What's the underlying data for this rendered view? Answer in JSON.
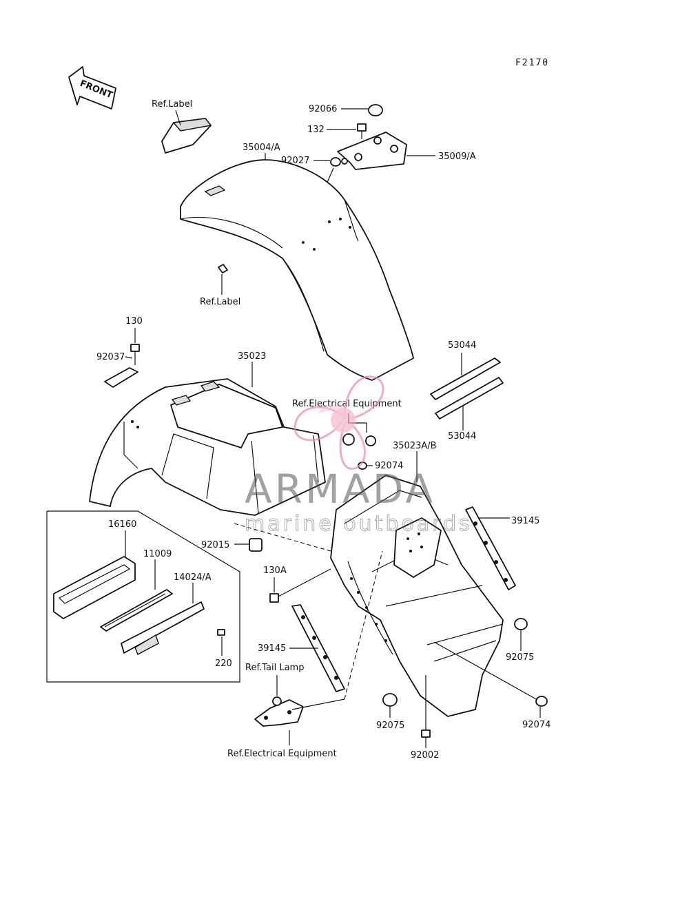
{
  "figure_id": "F2170",
  "front_arrow": "FRONT",
  "watermark": {
    "title": "ARMADA",
    "subtitle": "marine outboards"
  },
  "labels": {
    "ref_label_top": "Ref.Label",
    "p92066": "92066",
    "p132": "132",
    "p35009": "35009/A",
    "p35004": "35004/A",
    "p92027": "92027",
    "ref_label_mid": "Ref.Label",
    "p130": "130",
    "p92037": "92037",
    "p35023": "35023",
    "p53044_top": "53044",
    "p53044_bot": "53044",
    "ref_elec_top": "Ref.Electrical Equipment",
    "p35023ab": "35023A/B",
    "p92074_top": "92074",
    "p39145_right": "39145",
    "p16160": "16160",
    "p11009": "11009",
    "p14024": "14024/A",
    "p220": "220",
    "p92015": "92015",
    "p130a": "130A",
    "p39145_left": "39145",
    "ref_tail": "Ref.Tail Lamp",
    "p92075_right": "92075",
    "p92075_left": "92075",
    "p92074_bot": "92074",
    "p92002": "92002",
    "ref_elec_bot": "Ref.Electrical Equipment"
  }
}
